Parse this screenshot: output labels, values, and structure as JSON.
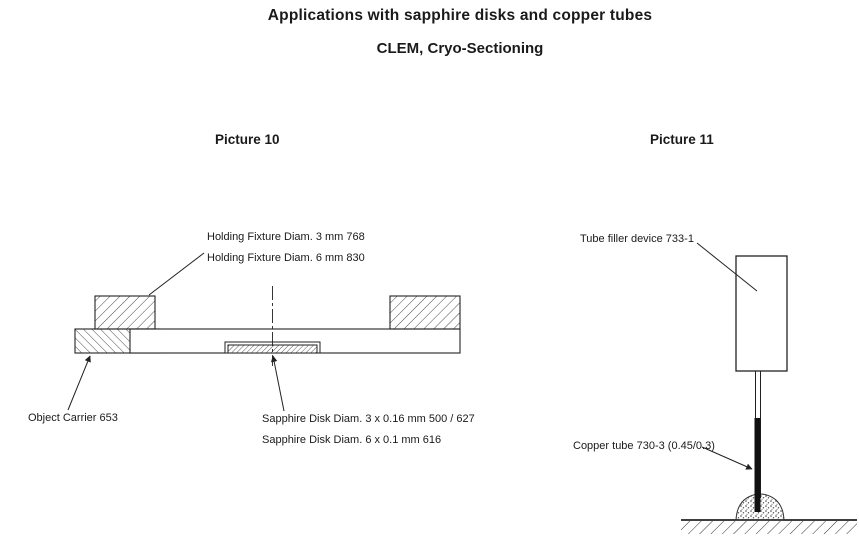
{
  "header": {
    "title": "Applications with sapphire disks and copper tubes",
    "subtitle": "CLEM, Cryo-Sectioning"
  },
  "picture10": {
    "caption": "Picture 10",
    "labels": {
      "holding_fixture_3mm": "Holding Fixture Diam. 3 mm 768",
      "holding_fixture_6mm": "Holding Fixture Diam. 6 mm 830",
      "object_carrier": "Object Carrier 653",
      "sapphire_disk_3mm": "Sapphire Disk Diam. 3 x 0.16 mm 500 / 627",
      "sapphire_disk_6mm": "Sapphire Disk Diam. 6 x 0.1 mm 616"
    }
  },
  "picture11": {
    "caption": "Picture 11",
    "labels": {
      "tube_filler": "Tube filler device 733-1",
      "copper_tube": "Copper tube 730-3 (0.45/0.3)"
    }
  },
  "colors": {
    "ink": "#1a1a1a",
    "line": "#222222",
    "background": "#ffffff"
  }
}
